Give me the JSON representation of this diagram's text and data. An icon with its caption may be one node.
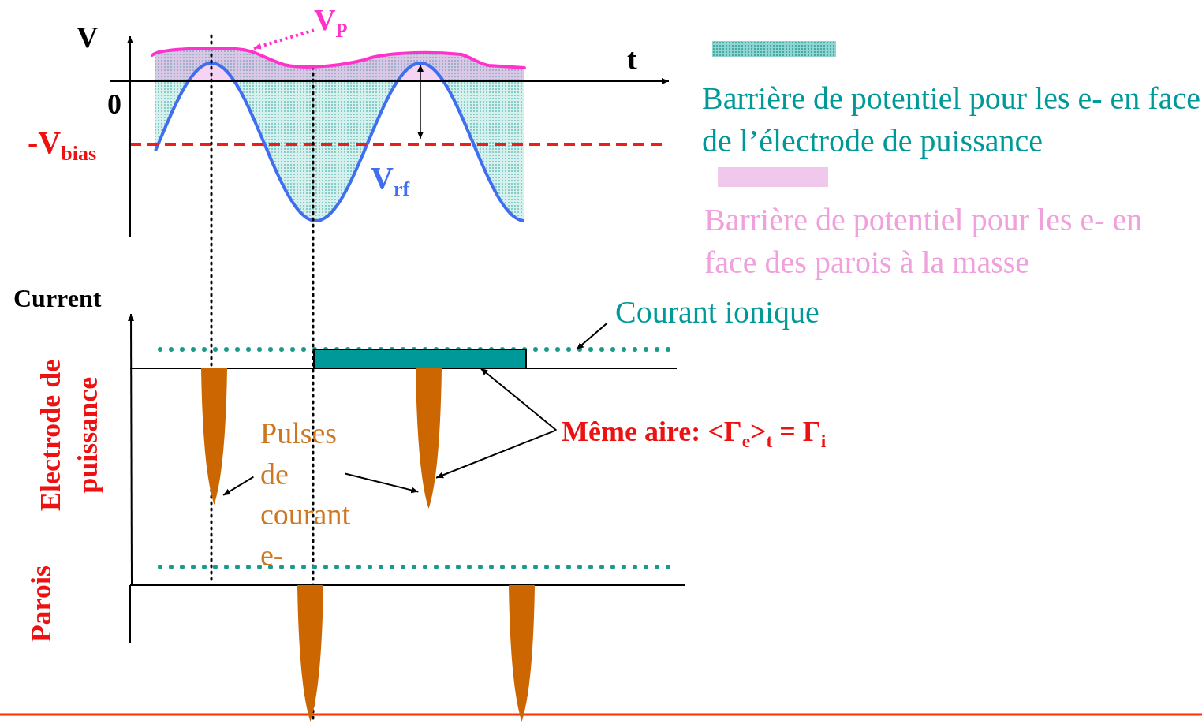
{
  "diagram": {
    "nodes": [
      {
        "text": [
          "V$_{P}$"
        ]
      },
      {
        "text": [],
        "shape": "line"
      },
      {
        "text": [
          "Courant ionique"
        ]
      },
      {
        "text": [],
        "shape": "line"
      },
      {
        "text": [
          "Même aire: <Γ$_{e}$>$_{t}$ = Γ$_{i}$"
        ]
      },
      {
        "text": [],
        "shape": "bar"
      },
      {
        "text": [
          "Pulses de courant e-"
        ]
      },
      {
        "text": [],
        "shape": "spike"
      },
      {
        "text": [],
        "shape": "spike"
      },
      {
        "text": [],
        "shape": "spike"
      },
      {
        "text": [],
        "shape": "spike"
      }
    ],
    "edges": [
      {
        "from": 0,
        "to": 1,
        "arrow": "to",
        "style": "dashed",
        "color": "#ff33cc"
      },
      {
        "from": 2,
        "to": 3,
        "arrow": "to"
      },
      {
        "from": 4,
        "to": 5,
        "arrow": "to"
      },
      {
        "from": 4,
        "to": 9,
        "arrow": "to"
      },
      {
        "from": 6,
        "to": 7,
        "arrow": "to"
      },
      {
        "from": 6,
        "to": 9,
        "arrow": "to"
      }
    ],
    "labels": [
      "V",
      "t",
      "0",
      "-V$_{bias}$",
      "V$_{rf}$",
      "Current",
      "Electrode de puissance",
      "Parois"
    ],
    "legend": [
      {
        "text": "Barrière de potentiel pour les e- en face de l’électrode de puissance",
        "color": "#8fd6d2"
      },
      {
        "text": "Barrière de potentiel pour les e- en face des parois à la masse",
        "color": "#f0c8ec"
      }
    ]
  }
}
